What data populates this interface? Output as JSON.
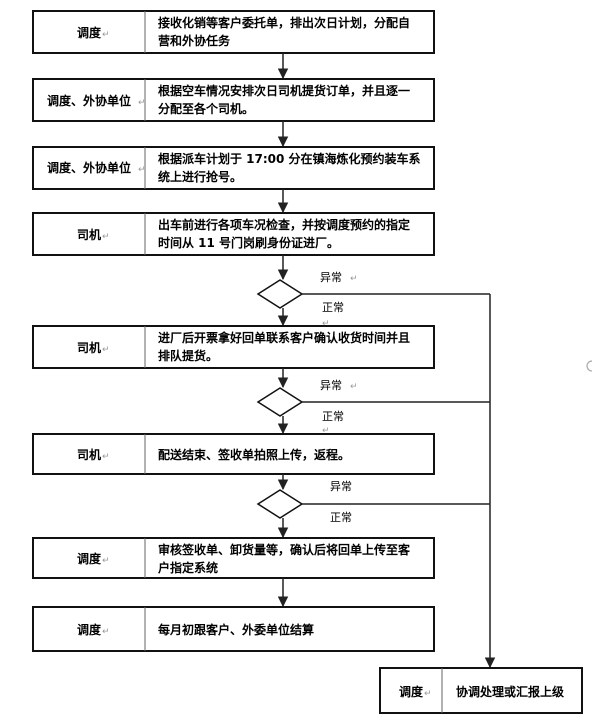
{
  "steps": [
    {
      "role": "调度",
      "text": [
        "接收化销等客户委托单，排出次日计划，分配自",
        "营和外协任务"
      ]
    },
    {
      "role": "调度、外协单位",
      "text": [
        "根据空车情况安排次日司机提货订单，并且逐一",
        "分配至各个司机。"
      ]
    },
    {
      "role": "调度、外协单位",
      "text": [
        "根据派车计划于 17:00 分在镇海炼化预约装车系",
        "统上进行抢号。"
      ]
    },
    {
      "role": "司机",
      "text": [
        "出车前进行各项车况检查，并按调度预约的指定",
        "时间从 11 号门岗刷身份证进厂。"
      ]
    },
    {
      "role": "司机",
      "text": [
        "进厂后开票拿好回单联系客户确认收货时间并且",
        "排队提货。"
      ]
    },
    {
      "role": "司机",
      "text": [
        "配送结束、签收单拍照上传，返程。"
      ]
    },
    {
      "role": "调度",
      "text": [
        "审核签收单、卸货量等，确认后将回单上传至客",
        "户指定系统"
      ]
    },
    {
      "role": "调度",
      "text": [
        "每月初跟客户、外委单位结算"
      ]
    }
  ],
  "decisions": [
    {
      "abnormal": "异常",
      "normal": "正常"
    },
    {
      "abnormal": "异常",
      "normal": "正常"
    },
    {
      "abnormal": "异常",
      "normal": "正常"
    }
  ],
  "escalation": {
    "role": "调度",
    "text": "协调处理或汇报上级"
  },
  "para_mark": "↵"
}
